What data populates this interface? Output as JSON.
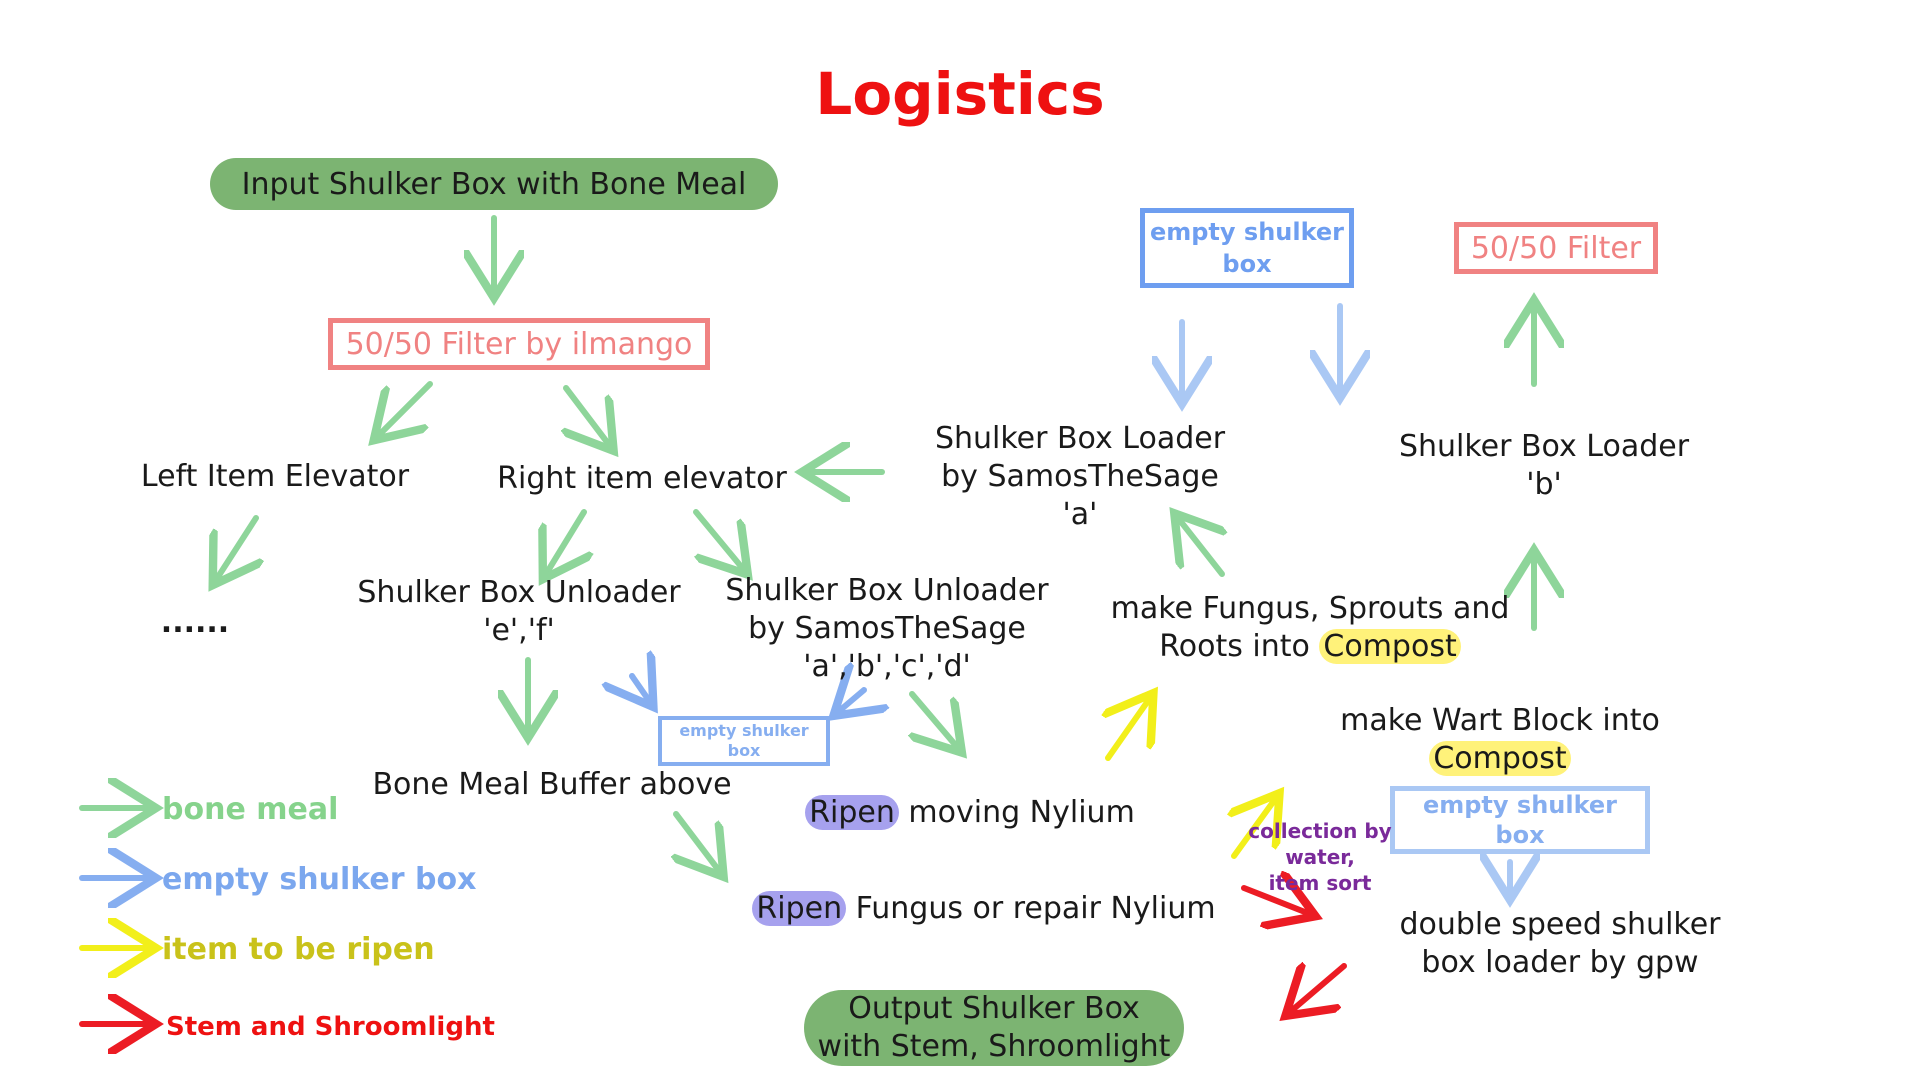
{
  "title": "Logistics",
  "nodes": {
    "input": "Input Shulker Box with Bone Meal",
    "filter_main": "50/50 Filter by ilmango",
    "left_elevator": "Left Item Elevator",
    "right_elevator": "Right item elevator",
    "ellipsis": "......",
    "unloader_ef_l1": "Shulker Box Unloader",
    "unloader_ef_l2": "'e','f'",
    "unloader_abcd_l1": "Shulker Box Unloader",
    "unloader_abcd_l2": "by SamosTheSage",
    "unloader_abcd_l3": "'a','b','c','d'",
    "empty_box_small_l1": "empty shulker",
    "empty_box_small_l2": "box",
    "buffer": "Bone Meal Buffer above",
    "ripen_nylium_hl": "Ripen",
    "ripen_nylium_rest": " moving Nylium",
    "ripen_fungus_hl": "Ripen",
    "ripen_fungus_rest": " Fungus or repair Nylium",
    "output_l1": "Output Shulker Box",
    "output_l2": "with Stem, Shroomlight",
    "empty_box_top_l1": "empty shulker",
    "empty_box_top_l2": "box",
    "filter_right": "50/50 Filter",
    "loader_a_l1": "Shulker Box Loader",
    "loader_a_l2": "by SamosTheSage",
    "loader_a_l3": "'a'",
    "loader_b_l1": "Shulker Box Loader",
    "loader_b_l2": "'b'",
    "compost_fungus_l1": "make Fungus, Sprouts and",
    "compost_fungus_l2_pre": "Roots into ",
    "compost_fungus_l2_hl": "Compost",
    "compost_wart_l1": "make Wart Block into",
    "compost_wart_l2_hl": "Compost",
    "empty_box_right_l1": "empty shulker",
    "empty_box_right_l2": "box",
    "collection_l1": "collection by",
    "collection_l2": "water,",
    "collection_l3": "item sort",
    "double_loader_l1": "double speed shulker",
    "double_loader_l2": "box loader by gpw"
  },
  "legend": [
    {
      "label": "bone meal",
      "color": "#86d38c"
    },
    {
      "label": "empty shulker box",
      "color": "#7ba7ee"
    },
    {
      "label": "item to be ripen",
      "color": "#c9c21a"
    },
    {
      "label": "Stem and Shroomlight",
      "color": "#ee1111"
    }
  ],
  "colors": {
    "green_arrow": "#8ed59a",
    "blue_arrow": "#86aef0",
    "light_blue_arrow": "#aac8f4",
    "yellow_arrow": "#f2ef1a",
    "red_arrow": "#ec1c24",
    "filter_border": "#f08282",
    "filter_text": "#f08282",
    "blue_border": "#6e9ef0",
    "blue_text": "#6e9ef0",
    "purple_text": "#7a2a9a",
    "title": "#ee1111"
  }
}
